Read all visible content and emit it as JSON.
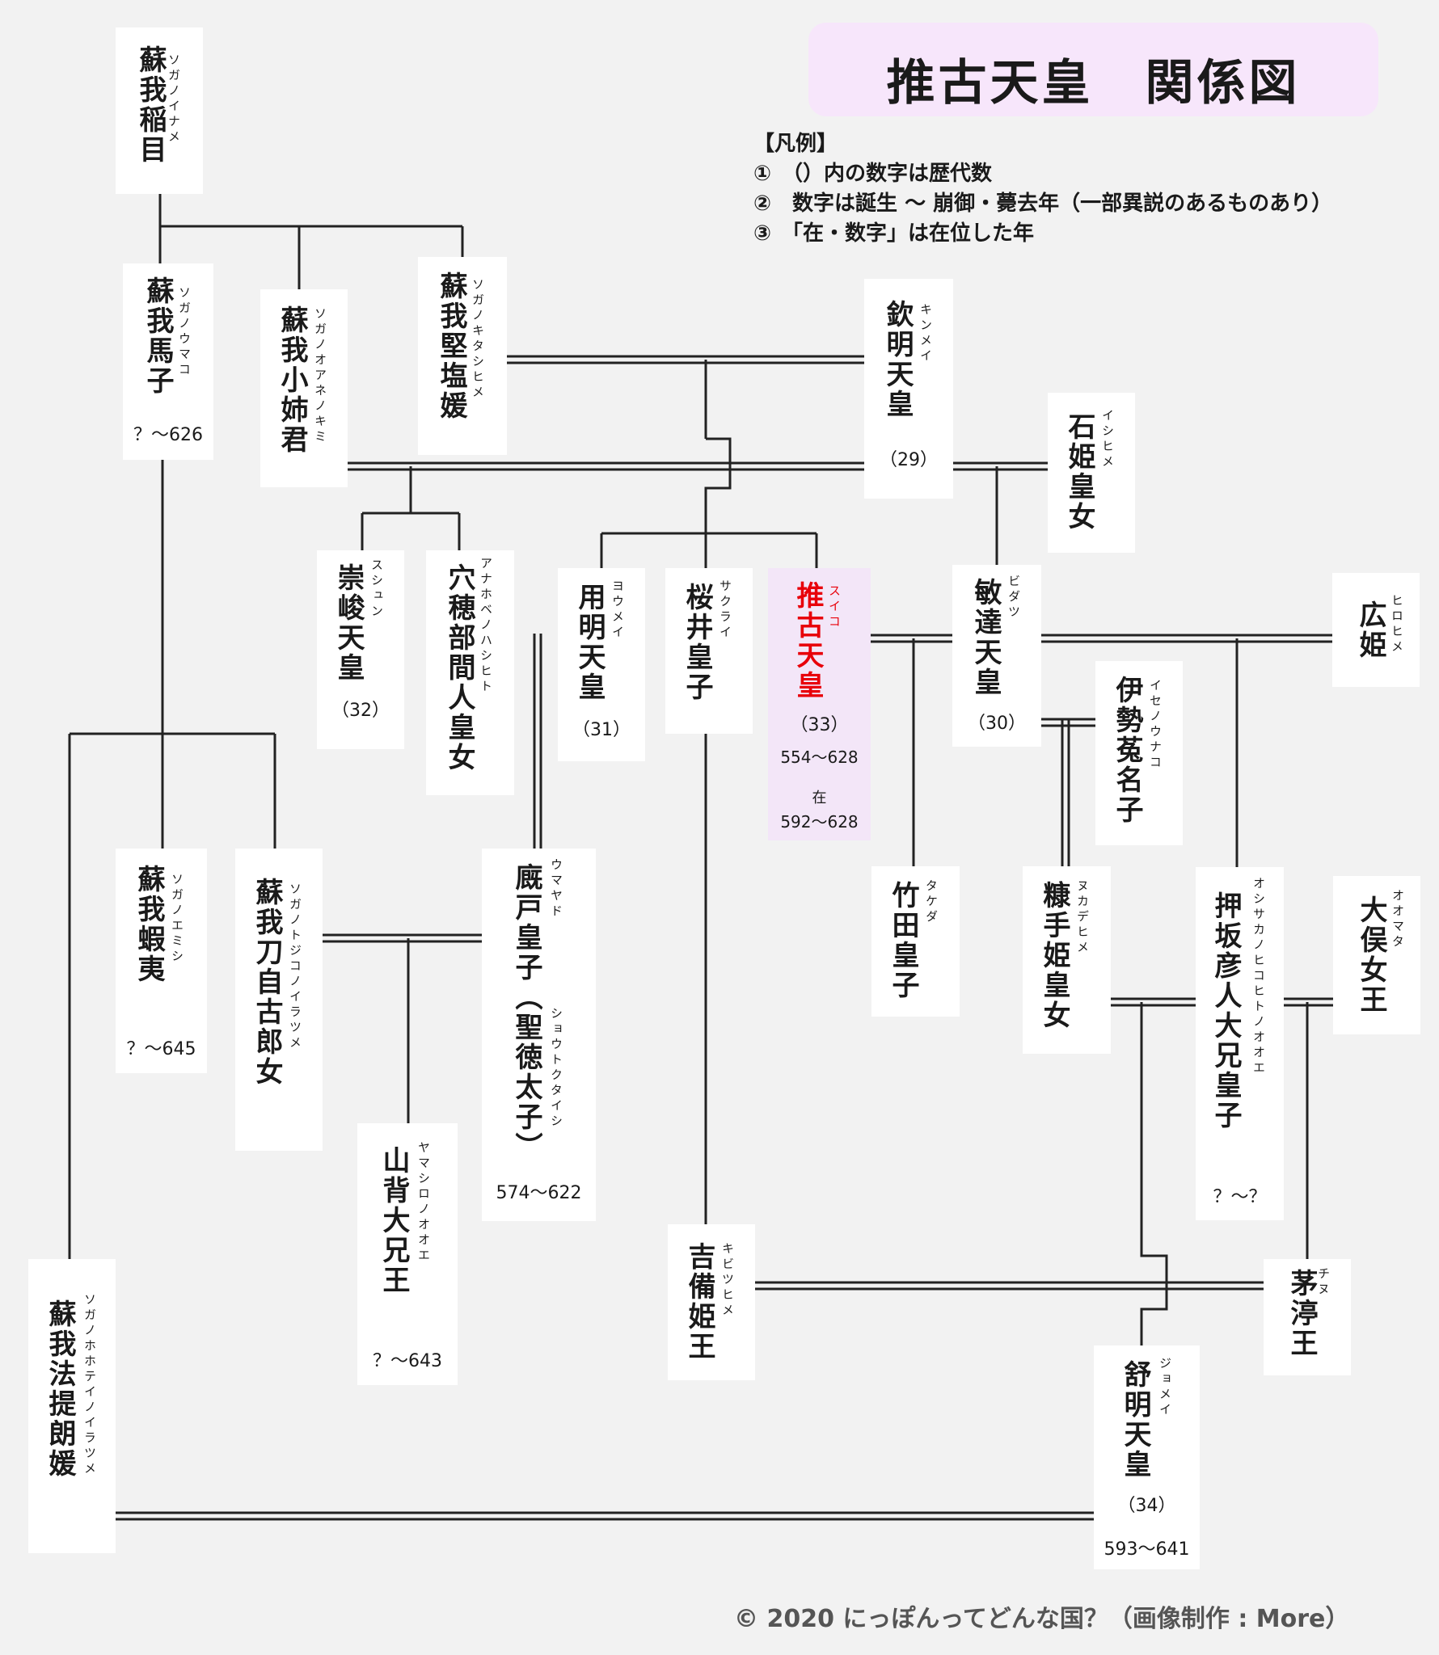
{
  "title": "推古天皇　関係図",
  "legend": {
    "heading": "【凡例】",
    "items": [
      "①　（）内の数字は歴代数",
      "②　数字は誕生 ～ 崩御・薨去年（一部異説のあるものあり）",
      "③　「在・数字」は在位した年"
    ]
  },
  "copyright": "© 2020 にっぽんってどんな国？（画像制作 : More）",
  "colors": {
    "background": "#f2f2f2",
    "box": "#ffffff",
    "highlight_box": "#f3e6f8",
    "title_box": "#f7e6fb",
    "highlight_text": "#e8000a",
    "line": "#222222"
  },
  "people": {
    "iname": {
      "name": "蘇我稲目",
      "reading": "ソガノイナメ"
    },
    "umako": {
      "name": "蘇我馬子",
      "reading": "ソガノウマコ",
      "years": "？～626"
    },
    "oane": {
      "name": "蘇我小姉君",
      "reading": "ソガノオアネノキミ"
    },
    "kitashihime": {
      "name": "蘇我堅塩媛",
      "reading": "ソガノキタシヒメ"
    },
    "kinmei": {
      "name": "欽明天皇",
      "reading": "キンメイ",
      "order": "（29）"
    },
    "ishihime": {
      "name": "石姫皇女",
      "reading": "イシヒメ"
    },
    "sushun": {
      "name": "崇峻天皇",
      "reading": "スシュン",
      "order": "（32）"
    },
    "anahobe": {
      "name": "穴穂部間人皇女",
      "reading": "アナホベノハシヒト"
    },
    "yomei": {
      "name": "用明天皇",
      "reading": "ヨウメイ",
      "order": "（31）"
    },
    "sakurai": {
      "name": "桜井皇子",
      "reading": "サクライ"
    },
    "suiko": {
      "name": "推古天皇",
      "reading": "スイコ",
      "order": "（33）",
      "years": "554～628",
      "reign_label": "在",
      "reign": "592～628"
    },
    "bidatsu": {
      "name": "敏達天皇",
      "reading": "ビダツ",
      "order": "（30）"
    },
    "hirohime": {
      "name": "広姫",
      "reading": "ヒロヒメ"
    },
    "iseno": {
      "name": "伊勢菟名子",
      "reading": "イセノウナコ"
    },
    "emishi": {
      "name": "蘇我蝦夷",
      "reading": "ソガノエミシ",
      "years": "？～645"
    },
    "tojiko": {
      "name": "蘇我刀自古郎女",
      "reading": "ソガノトジコノイラツメ"
    },
    "umayado": {
      "name": "廐戸皇子（聖徳太子）",
      "reading": "ウマヤド",
      "reading2": "ショウトクタイシ",
      "years": "574～622"
    },
    "takeda": {
      "name": "竹田皇子",
      "reading": "タケダ"
    },
    "nukatehime": {
      "name": "糠手姫皇女",
      "reading": "ヌカデヒメ"
    },
    "oshisaka": {
      "name": "押坂彦人大兄皇子",
      "reading": "オシサカノヒコヒトノオオエ",
      "years": "？～？"
    },
    "omata": {
      "name": "大俣女王",
      "reading": "オオマタ"
    },
    "yamashiro": {
      "name": "山背大兄王",
      "reading": "ヤマシロノオオエ",
      "years": "？～643"
    },
    "kibitsu": {
      "name": "吉備姫王",
      "reading": "キビツヒメ"
    },
    "chinu": {
      "name": "茅渟王",
      "reading": "チヌ"
    },
    "jomei": {
      "name": "舒明天皇",
      "reading": "ジョメイ",
      "order": "（34）",
      "years": "593～641"
    },
    "hote": {
      "name": "蘇我法提朗媛",
      "reading": "ソガノホホテイノイラツメ"
    }
  }
}
